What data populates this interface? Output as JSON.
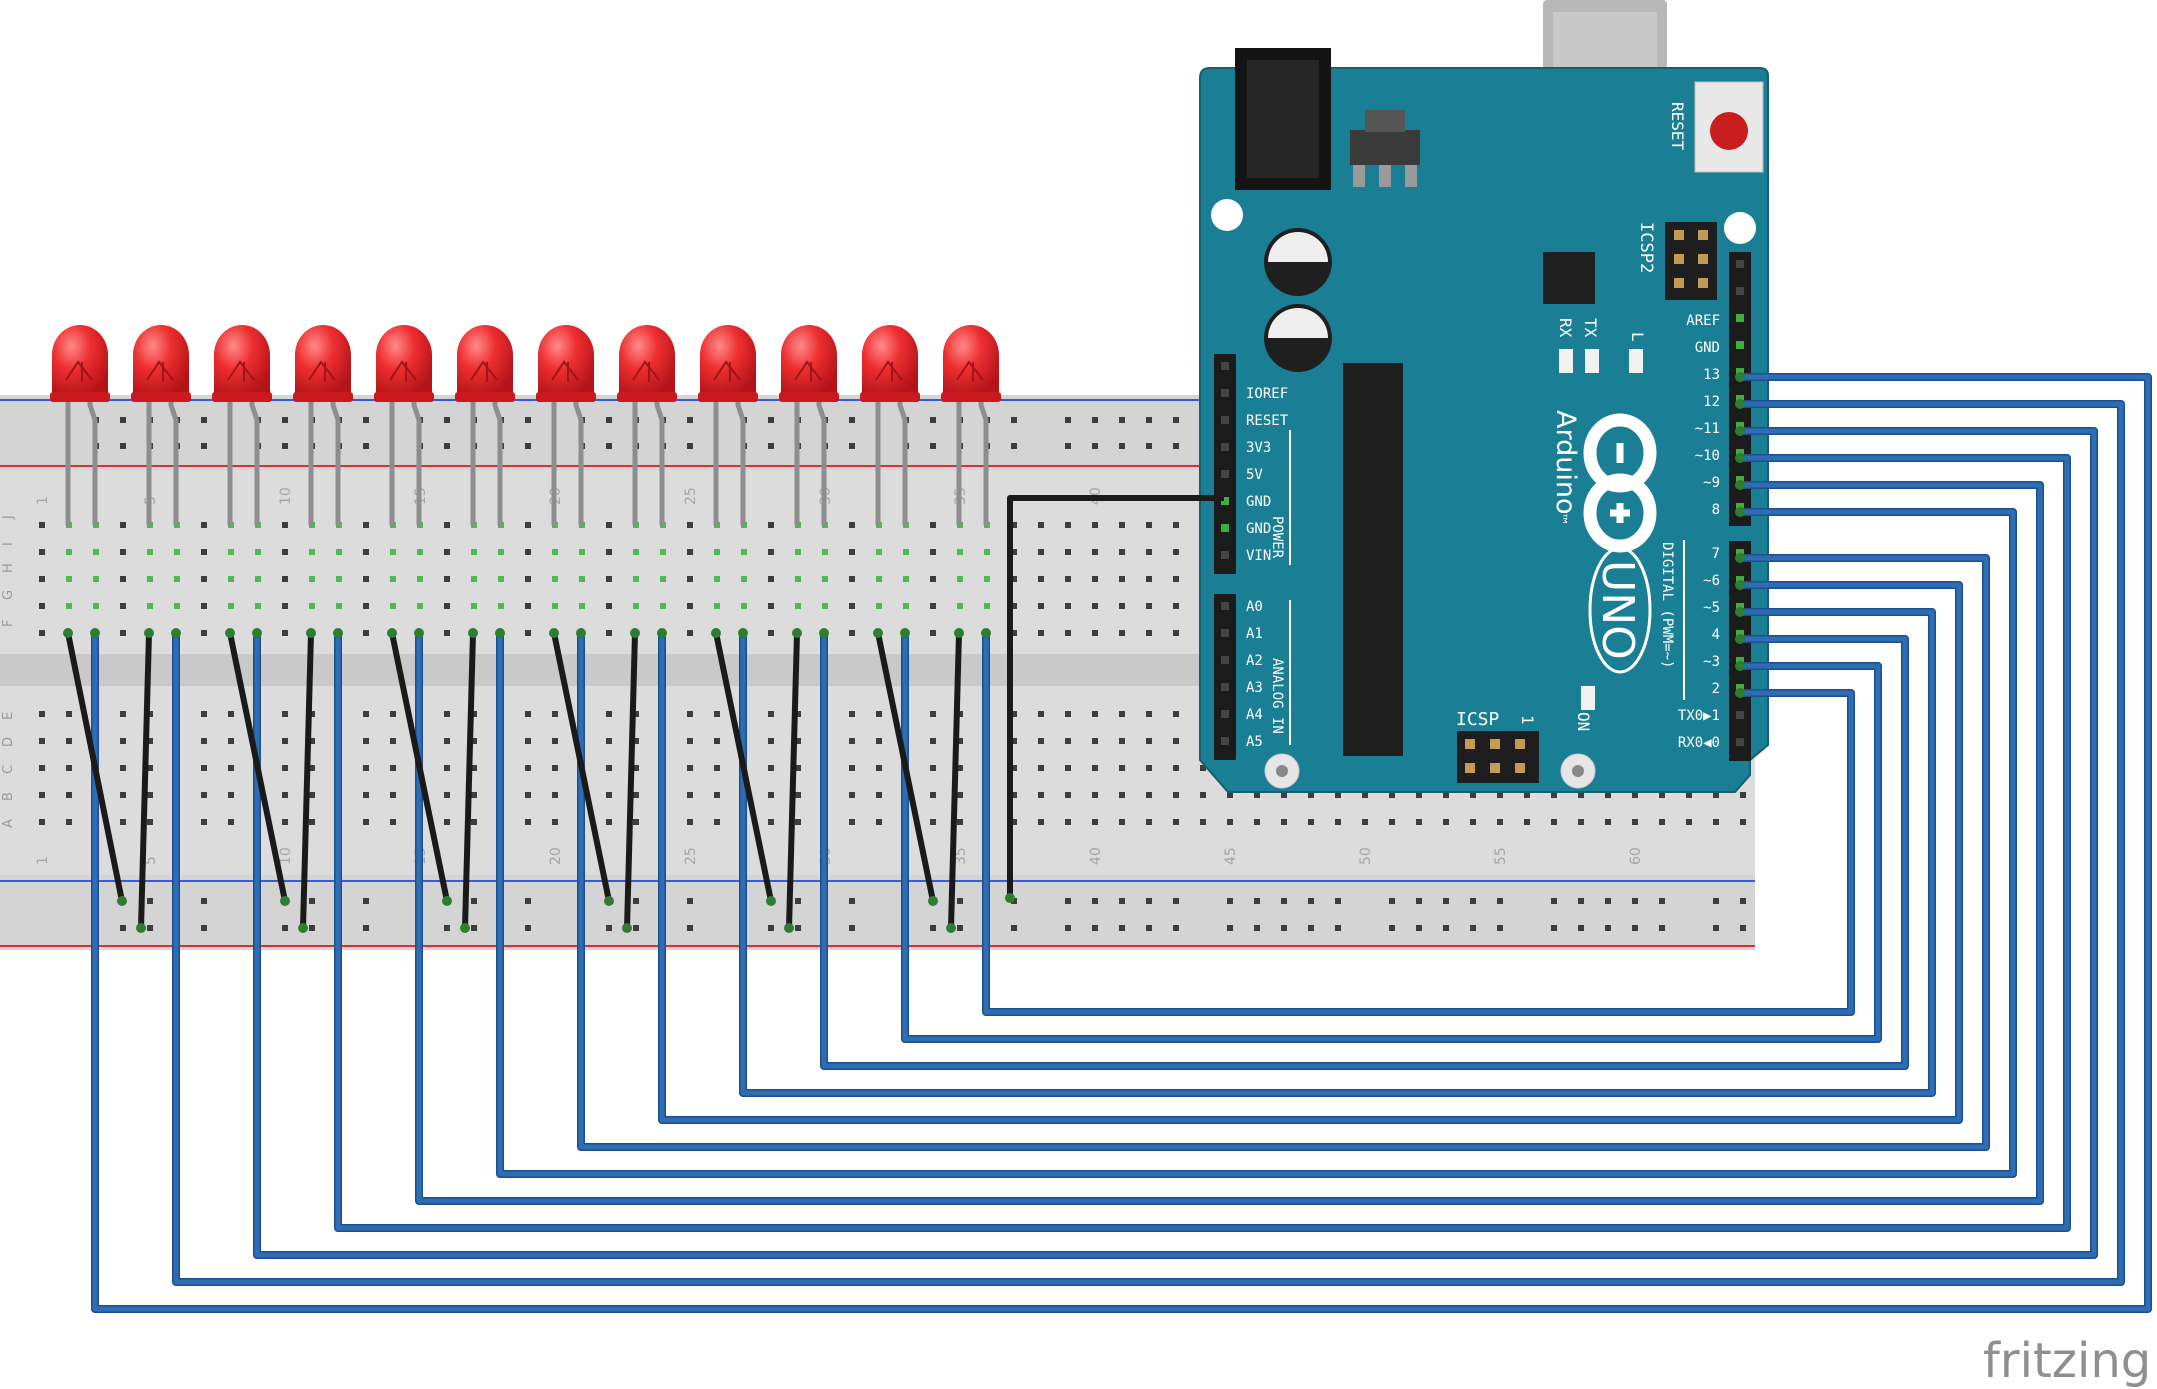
{
  "watermark": "fritzing",
  "breadboard": {
    "row_letters_top": [
      "J",
      "I",
      "H",
      "G",
      "F"
    ],
    "row_letters_bottom": [
      "E",
      "D",
      "C",
      "B",
      "A"
    ],
    "column_numbers": [
      "1",
      "5",
      "10",
      "15",
      "20",
      "25",
      "30",
      "35",
      "40",
      "45",
      "50",
      "55",
      "60"
    ]
  },
  "arduino": {
    "brand": "Arduino",
    "trademark": "™",
    "model": "UNO",
    "reset_label": "RESET",
    "icsp2_label": "ICSP2",
    "icsp_label": "ICSP",
    "icsp_pin1": "1",
    "tx_label": "TX",
    "rx_label": "RX",
    "l_label": "L",
    "on_label": "ON",
    "power_label": "POWER",
    "analog_label": "ANALOG IN",
    "digital_label": "DIGITAL (PWM=~)",
    "power_pins": [
      "IOREF",
      "RESET",
      "3V3",
      "5V",
      "GND",
      "GND",
      "VIN"
    ],
    "analog_pins": [
      "A0",
      "A1",
      "A2",
      "A3",
      "A4",
      "A5"
    ],
    "digital_high": [
      "AREF",
      "GND",
      "13",
      "12",
      "~11",
      "~10",
      "~9",
      "8"
    ],
    "digital_low": [
      "7",
      "~6",
      "~5",
      "4",
      "~3",
      "2",
      "TX0▶1",
      "RX0◀0"
    ]
  },
  "leds": {
    "count": 12,
    "color": "#e8262b"
  },
  "colors": {
    "signal_wire": "#2e6db4",
    "ground_wire": "#1a1a1a",
    "board": "#1a7f95"
  }
}
